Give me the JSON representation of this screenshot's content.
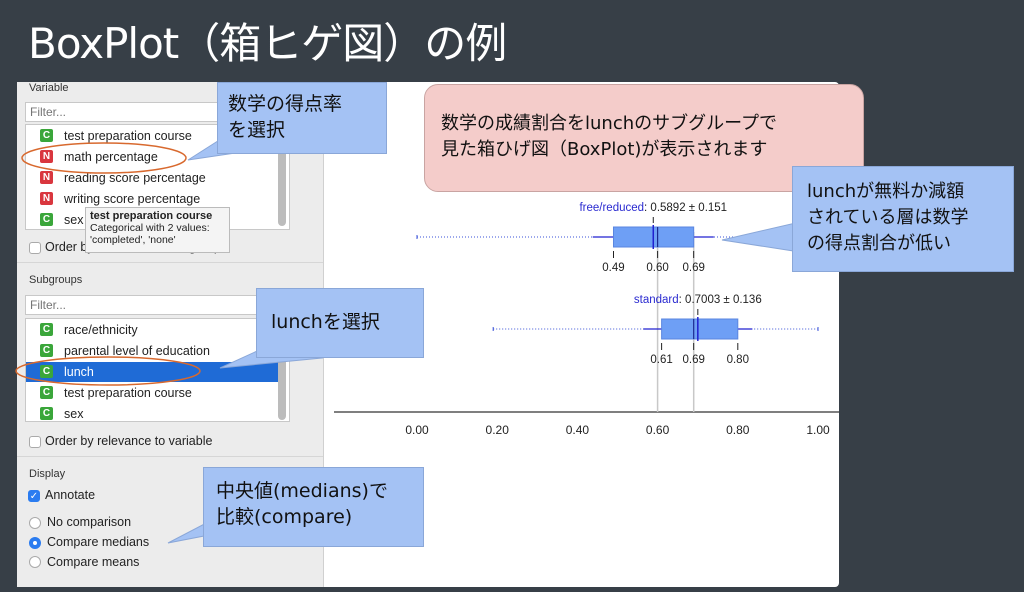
{
  "slide_title": "BoxPlot（箱ヒゲ図）の例",
  "sidebar": {
    "variable_label": "Variable",
    "variable_filter_placeholder": "Filter...",
    "variable_items": [
      {
        "label": "test preparation course",
        "type": "C"
      },
      {
        "label": "math percentage",
        "type": "N"
      },
      {
        "label": "reading score percentage",
        "type": "N"
      },
      {
        "label": "writing score percentage",
        "type": "N"
      },
      {
        "label": "sex",
        "type": "C"
      }
    ],
    "order_by_subgroups_label": "Order by relevance to subgroups",
    "subgroups_label": "Subgroups",
    "subgroups_filter_placeholder": "Filter...",
    "subgroup_items": [
      {
        "label": "race/ethnicity",
        "type": "C"
      },
      {
        "label": "parental level of education",
        "type": "C"
      },
      {
        "label": "lunch",
        "type": "C",
        "selected": true
      },
      {
        "label": "test preparation course",
        "type": "C"
      },
      {
        "label": "sex",
        "type": "C"
      }
    ],
    "order_by_variable_label": "Order by relevance to variable",
    "display_label": "Display",
    "annotate_label": "Annotate",
    "annotate_checked": true,
    "comparison_options": [
      "No comparison",
      "Compare medians",
      "Compare means"
    ],
    "comparison_selected": "Compare medians"
  },
  "tooltip": {
    "title": "test preparation course",
    "line1": "Categorical with 2 values:",
    "line2": "'completed', 'none'"
  },
  "callouts": {
    "math": [
      "数学の得点率",
      "を選択"
    ],
    "lunch": "lunchを選択",
    "median": [
      "中央値(medians)で",
      "比較(compare)"
    ],
    "top": [
      "数学の成績割合をlunchのサブグループで",
      "見た箱ひげ図（BoxPlot)が表示されます"
    ],
    "right": [
      "lunchが無料か減額",
      "されている層は数学",
      "の得点割合が低い"
    ]
  },
  "chart_data": {
    "type": "boxplot",
    "groups": [
      {
        "name": "free/reduced",
        "annotation_value": ": 0.5892 ± 0.151",
        "mean": 0.5892,
        "sd": 0.151,
        "whisker_low": 0.0,
        "q1": 0.49,
        "median": 0.6,
        "q3": 0.69,
        "whisker_high": 1.0,
        "labels": [
          "0.49",
          "0.60",
          "0.69"
        ]
      },
      {
        "name": "standard",
        "annotation_value": ": 0.7003 ± 0.136",
        "mean": 0.7003,
        "sd": 0.136,
        "whisker_low": 0.19,
        "q1": 0.61,
        "median": 0.69,
        "q3": 0.8,
        "whisker_high": 1.0,
        "labels": [
          "0.61",
          "0.69",
          "0.80"
        ]
      }
    ],
    "x_ticks": [
      "0.00",
      "0.20",
      "0.40",
      "0.60",
      "0.80",
      "1.00"
    ],
    "xlim": [
      0,
      1
    ],
    "box_color": "#6e9ff5",
    "mean_color": "#2020d0"
  }
}
